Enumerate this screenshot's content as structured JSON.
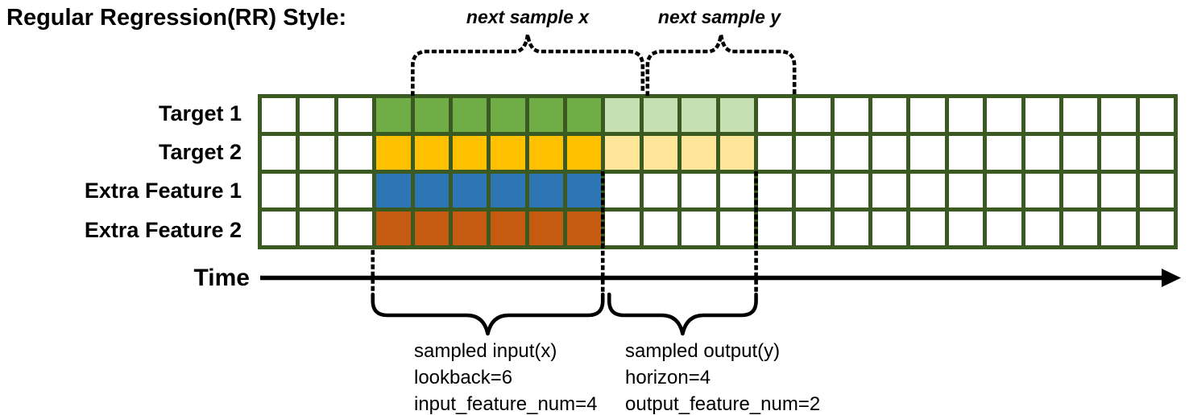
{
  "title": "Regular Regression(RR) Style:",
  "annotations": {
    "next_sample_x": "next sample x",
    "next_sample_y": "next sample y",
    "time_label": "Time"
  },
  "sampled_input": {
    "line1": "sampled input(x)",
    "line2": "lookback=6",
    "line3": "input_feature_num=4"
  },
  "sampled_output": {
    "line1": "sampled output(y)",
    "line2": "horizon=4",
    "line3": "output_feature_num=2"
  },
  "grid": {
    "total_columns": 24,
    "empty_left_columns": 3,
    "lookback": 6,
    "horizon": 4,
    "border_color": "#3A5A22",
    "empty_cell_color": "#FFFFFF",
    "rows": [
      {
        "label": "Target 1",
        "input_color": "#70AD47",
        "output_color": "#C6E0B4"
      },
      {
        "label": "Target 2",
        "input_color": "#FFC000",
        "output_color": "#FFE699"
      },
      {
        "label": "Extra Feature 1",
        "input_color": "#2E75B6",
        "output_color": null
      },
      {
        "label": "Extra Feature 2",
        "input_color": "#C55A11",
        "output_color": null
      }
    ]
  }
}
